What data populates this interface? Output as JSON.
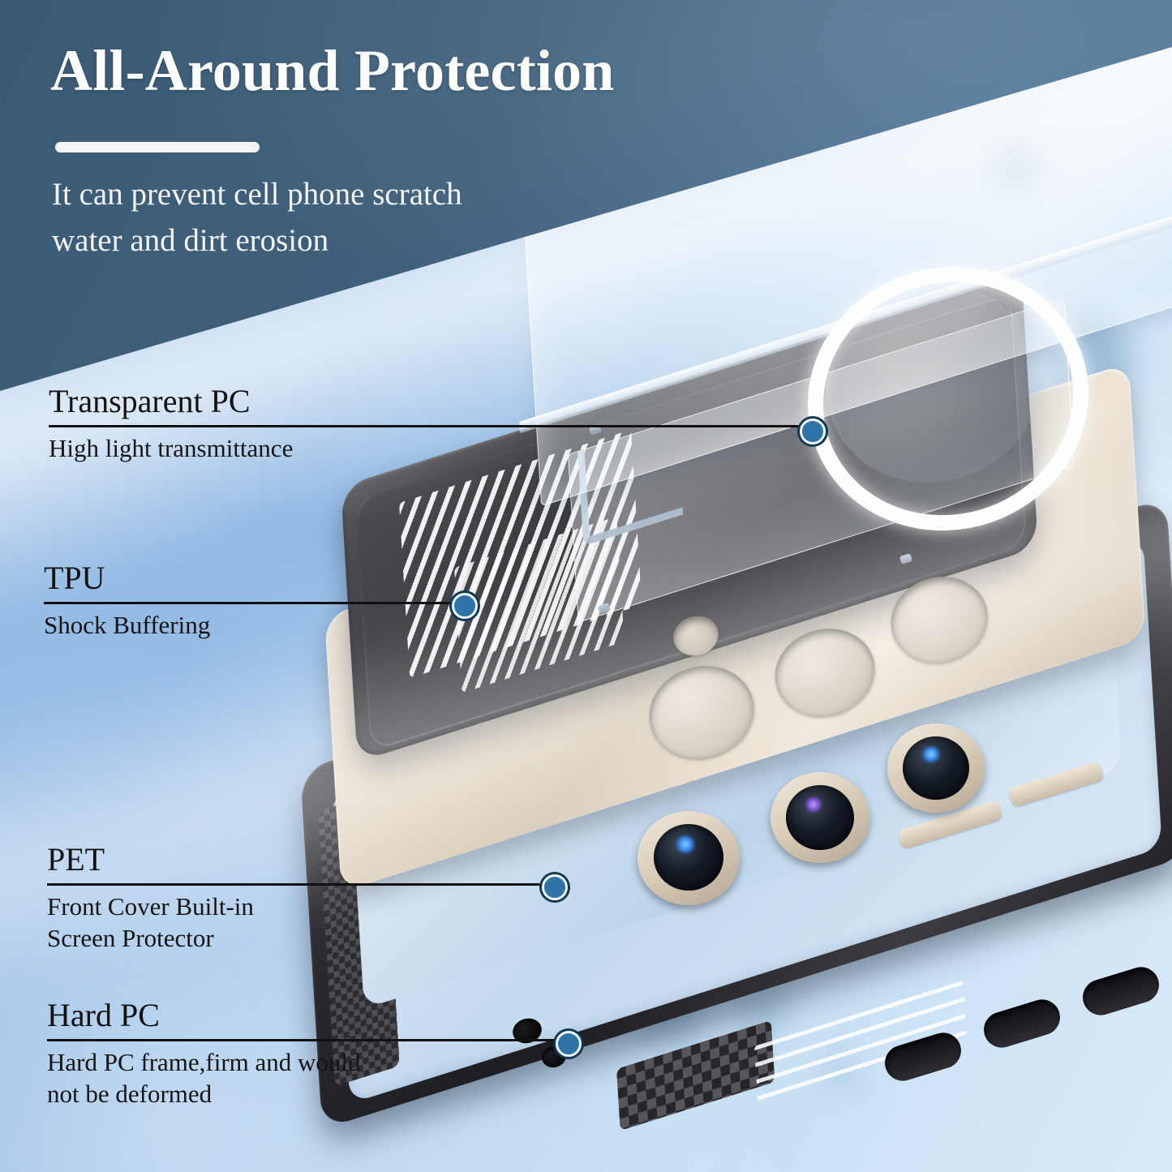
{
  "header": {
    "title": "All-Around Protection",
    "subtitle_line1": "It can prevent cell phone scratch",
    "subtitle_line2": "water and dirt erosion",
    "divider": "title-divider"
  },
  "colors": {
    "header_band": "#3f607c",
    "background_blue": "#8fb8e4",
    "background_light": "#d9e9f8",
    "title_text": "#fdfdfb",
    "callout_text": "#121212",
    "marker_fill": "#2f74a8",
    "marker_ring": "#12384f"
  },
  "callouts": [
    {
      "id": "transparent-pc",
      "title": "Transparent PC",
      "subtitle_lines": [
        "High light transmittance"
      ],
      "marker": "callout-marker-transparent-pc"
    },
    {
      "id": "tpu",
      "title": "TPU",
      "subtitle_lines": [
        "Shock Buffering"
      ],
      "marker": "callout-marker-tpu"
    },
    {
      "id": "pet",
      "title": "PET",
      "subtitle_lines": [
        "Front Cover Built-in",
        "Screen Protector"
      ],
      "marker": "callout-marker-pet"
    },
    {
      "id": "hard-pc",
      "title": "Hard PC",
      "subtitle_lines": [
        "Hard PC frame,firm and would",
        "not be deformed"
      ],
      "marker": "callout-marker-hard-pc"
    }
  ],
  "product": {
    "layers": [
      "transparent-pc-plate",
      "magsafe-ring",
      "tpu-shell",
      "phone-body",
      "hard-pc-frame"
    ],
    "camera_lens_count": 3,
    "camera_cutout_count": 3
  }
}
